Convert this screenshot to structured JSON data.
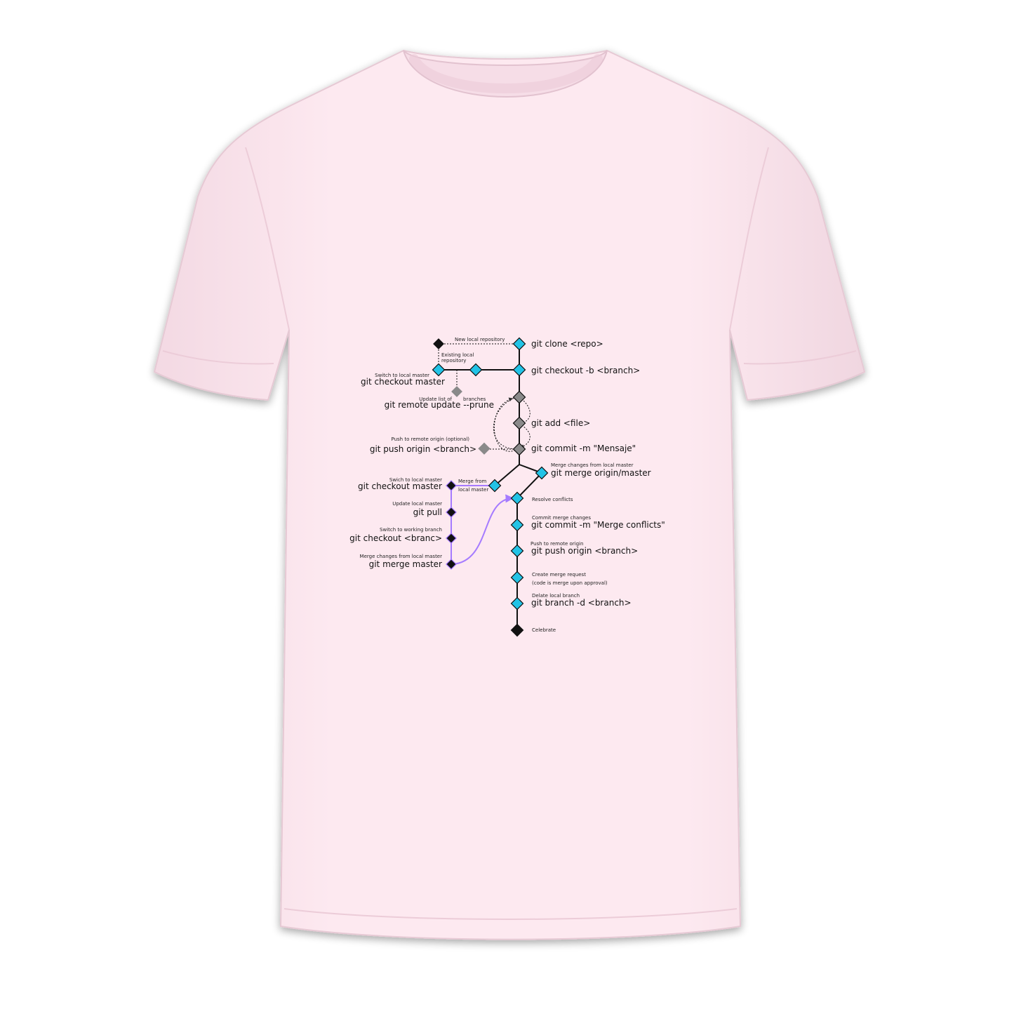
{
  "product": {
    "type": "t-shirt",
    "shirt_color": "#fbe7ef",
    "shirt_shade": "#f1d3de"
  },
  "diagram": {
    "colors": {
      "cyan": "#22c3e6",
      "gray": "#8a8a8a",
      "black": "#111111",
      "purple": "#a57bff",
      "line": "#111111"
    },
    "labels": {
      "new_local_repo": "New local repository",
      "existing_local_repo_1": "Existing local",
      "existing_local_repo_2": "repository",
      "git_clone": "git clone <repo>",
      "git_checkout_b": "git checkout -b <branch>",
      "switch_local_master_1": "Switch to local master",
      "git_checkout_master_1": "git checkout master",
      "update_list_of": "Update list of",
      "branches": "branches",
      "git_remote_update": "git remote update --prune",
      "git_add": "git add <file>",
      "push_remote_optional": "Push to remote origin (optional)",
      "git_push_origin_1": "git push origin <branch>",
      "git_commit_mensaje": "git commit -m \"Mensaje\"",
      "merge_changes_local_master_top": "Merge changes from local master",
      "git_merge_origin_master": "git merge origin/master",
      "swich_local_master": "Swich to local master",
      "git_checkout_master_2": "git checkout master",
      "merge_from_1": "Merge from",
      "merge_from_2": "local master",
      "resolve_conflicts": "Resolve conflicts",
      "update_local_master": "Update local master",
      "git_pull": "git pull",
      "commit_merge_changes": "Commit merge changes",
      "git_commit_merge_conflicts": "git commit -m \"Merge conflicts\"",
      "switch_working_branch": "Switch to working branch",
      "git_checkout_branc": "git checkout <branc>",
      "push_remote_origin": "Push to remote origin",
      "git_push_origin_2": "git push origin <branch>",
      "merge_changes_local_master": "Merge changes from local master",
      "git_merge_master": "git merge master",
      "create_merge_request": "Create merge request",
      "code_merge_approval": "(code is merge upon approval)",
      "delete_local_branch": "Delate local branch",
      "git_branch_d": "git branch -d <branch>",
      "celebrate": "Celebrate"
    }
  }
}
